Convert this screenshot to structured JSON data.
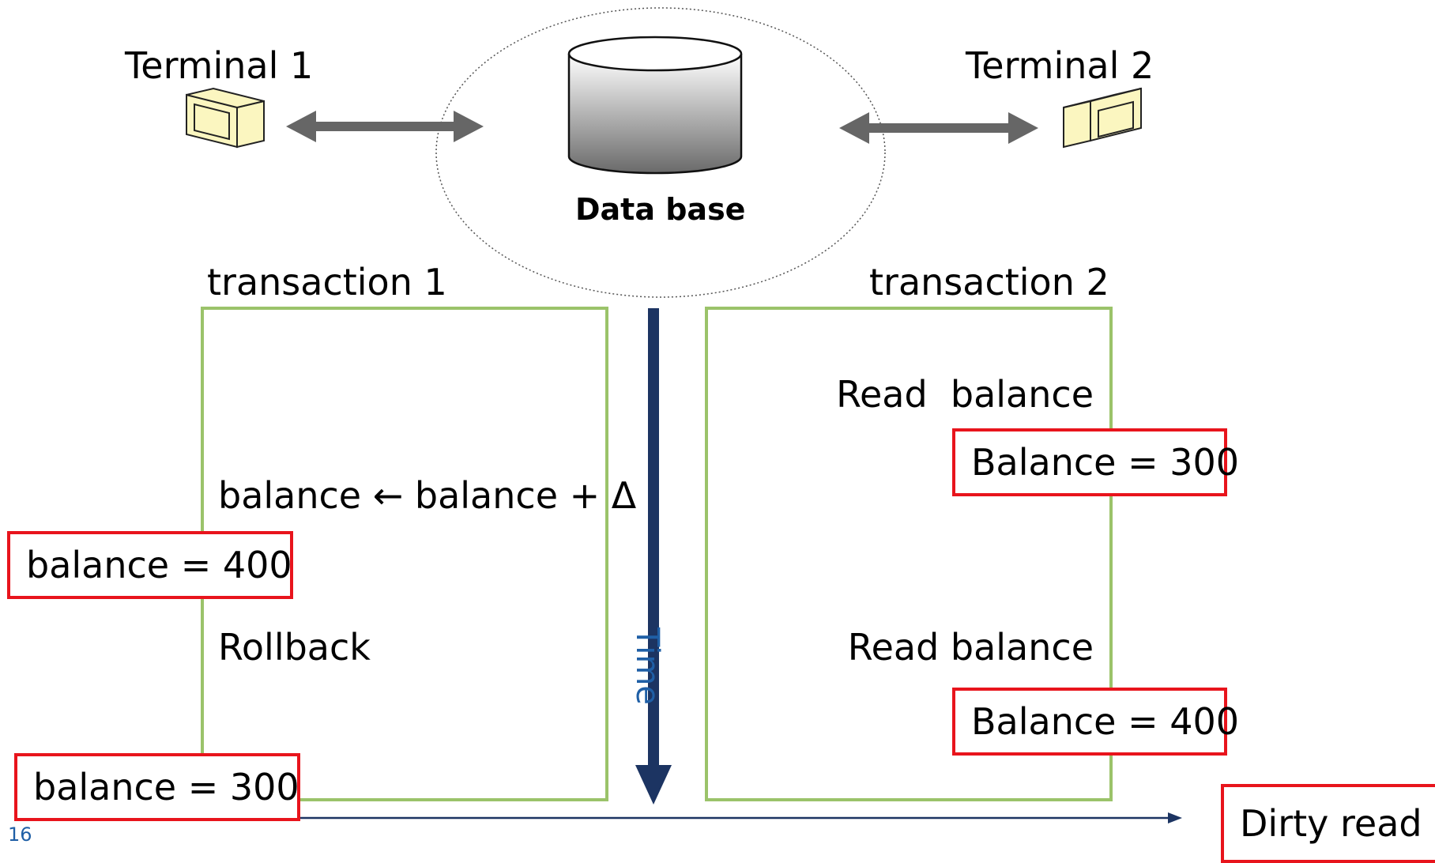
{
  "terminal_1": {
    "label": "Terminal 1"
  },
  "terminal_2": {
    "label": "Terminal 2"
  },
  "database": {
    "label": "Data base"
  },
  "transaction_1": {
    "title": "transaction 1",
    "update_step": "balance ← balance + Δ",
    "updated_value": "balance = 400",
    "rollback_step": "Rollback",
    "final_value": "balance = 300"
  },
  "transaction_2": {
    "title": "transaction 2",
    "read_1": "Read  balance",
    "read_1_result": "Balance = 300",
    "read_2": "Read balance",
    "read_2_result": "Balance = 400"
  },
  "time_axis": {
    "label": "Time"
  },
  "conclusion": {
    "label": "Dirty read"
  },
  "slide_number": "16",
  "colors": {
    "highlight_border": "#e8141c",
    "transaction_border": "#9bc36a",
    "time_arrow": "#1c3462",
    "time_label": "#1f5fa6",
    "connector_arrow": "#666666",
    "terminal_fill": "#fbf6c0",
    "slide_number": "#1f5fa6"
  }
}
